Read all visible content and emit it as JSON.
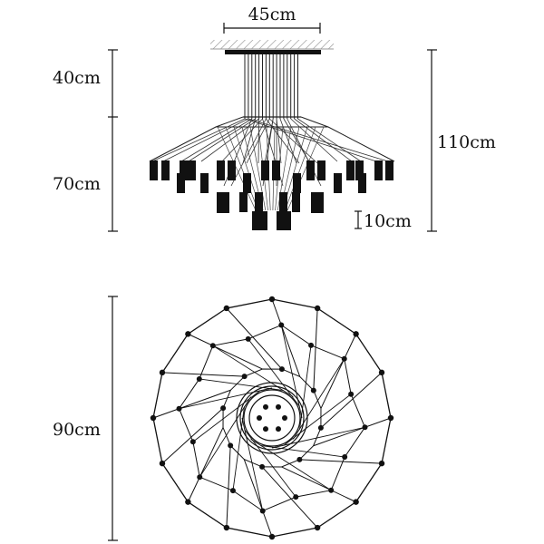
{
  "dimensions": {
    "width_top": "45cm",
    "drop_height": "40cm",
    "body_height": "70cm",
    "total_height": "110cm",
    "shade_height": "10cm",
    "diameter": "90cm"
  }
}
